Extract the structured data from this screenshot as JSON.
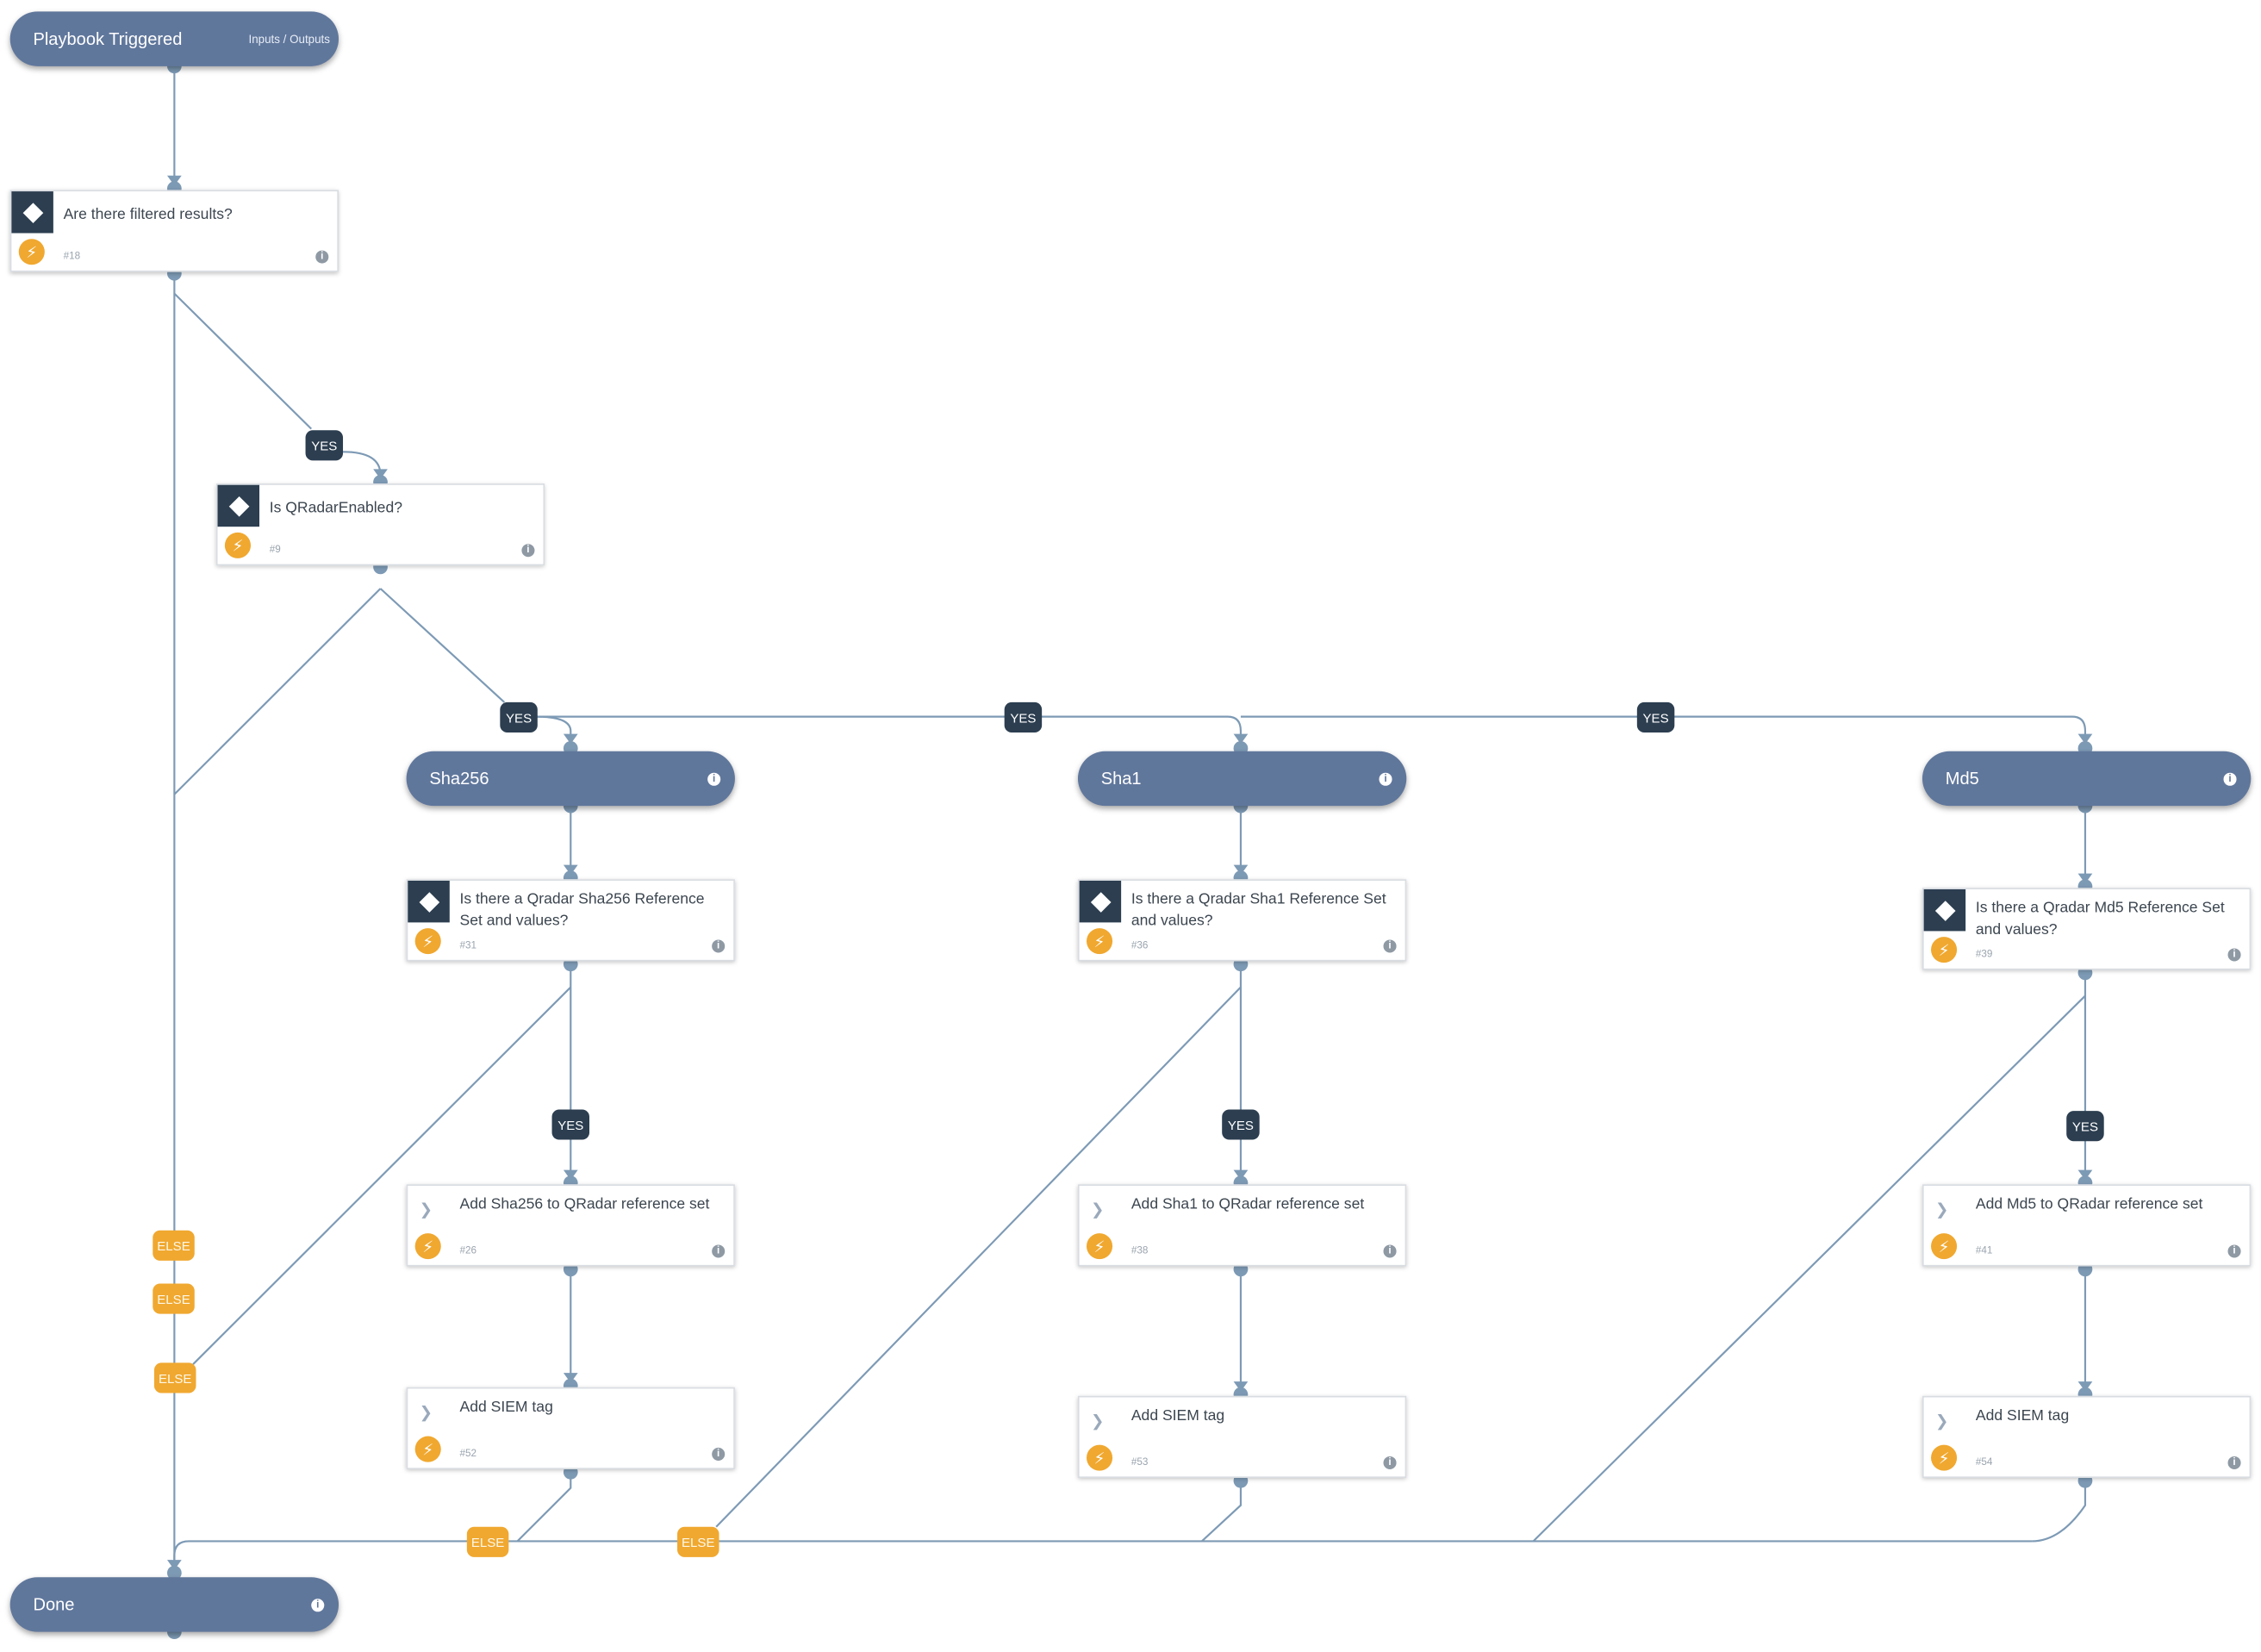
{
  "start_node": {
    "title": "Playbook Triggered",
    "io_link": "Inputs / Outputs"
  },
  "end_node": {
    "title": "Done"
  },
  "section_headers": [
    {
      "title": "Sha256"
    },
    {
      "title": "Sha1"
    },
    {
      "title": "Md5"
    }
  ],
  "tasks": {
    "filtered_results": {
      "title": "Are there filtered results?",
      "id": "#18",
      "type": "condition"
    },
    "qradar_enabled": {
      "title": "Is QRadarEnabled?",
      "id": "#9",
      "type": "condition"
    },
    "sha256_check": {
      "title": "Is there a Qradar Sha256 Reference Set and values?",
      "id": "#31",
      "type": "condition"
    },
    "sha1_check": {
      "title": "Is there a Qradar Sha1 Reference Set and values?",
      "id": "#36",
      "type": "condition"
    },
    "md5_check": {
      "title": "Is there a Qradar Md5 Reference Set and values?",
      "id": "#39",
      "type": "condition"
    },
    "add_sha256": {
      "title": "Add Sha256 to QRadar reference set",
      "id": "#26",
      "type": "action"
    },
    "add_sha1": {
      "title": "Add Sha1 to QRadar reference set",
      "id": "#38",
      "type": "action"
    },
    "add_md5": {
      "title": "Add Md5 to QRadar reference set",
      "id": "#41",
      "type": "action"
    },
    "siem_tag_sha256": {
      "title": "Add SIEM tag",
      "id": "#52",
      "type": "action"
    },
    "siem_tag_sha1": {
      "title": "Add SIEM tag",
      "id": "#53",
      "type": "action"
    },
    "siem_tag_md5": {
      "title": "Add SIEM tag",
      "id": "#54",
      "type": "action"
    }
  },
  "branch_labels": {
    "yes": "YES",
    "else": "ELSE"
  },
  "icons": {
    "condition": "diamond-icon",
    "action": "chevron-right-icon",
    "automation": "lightning-bolt-icon",
    "info": "info-icon"
  },
  "colors": {
    "pill": "#60779c",
    "condition": "#2c3e50",
    "yes_label": "#2c3e50",
    "else_label": "#f0a830",
    "bolt": "#f0a830",
    "edge": "#7d9ab5"
  }
}
